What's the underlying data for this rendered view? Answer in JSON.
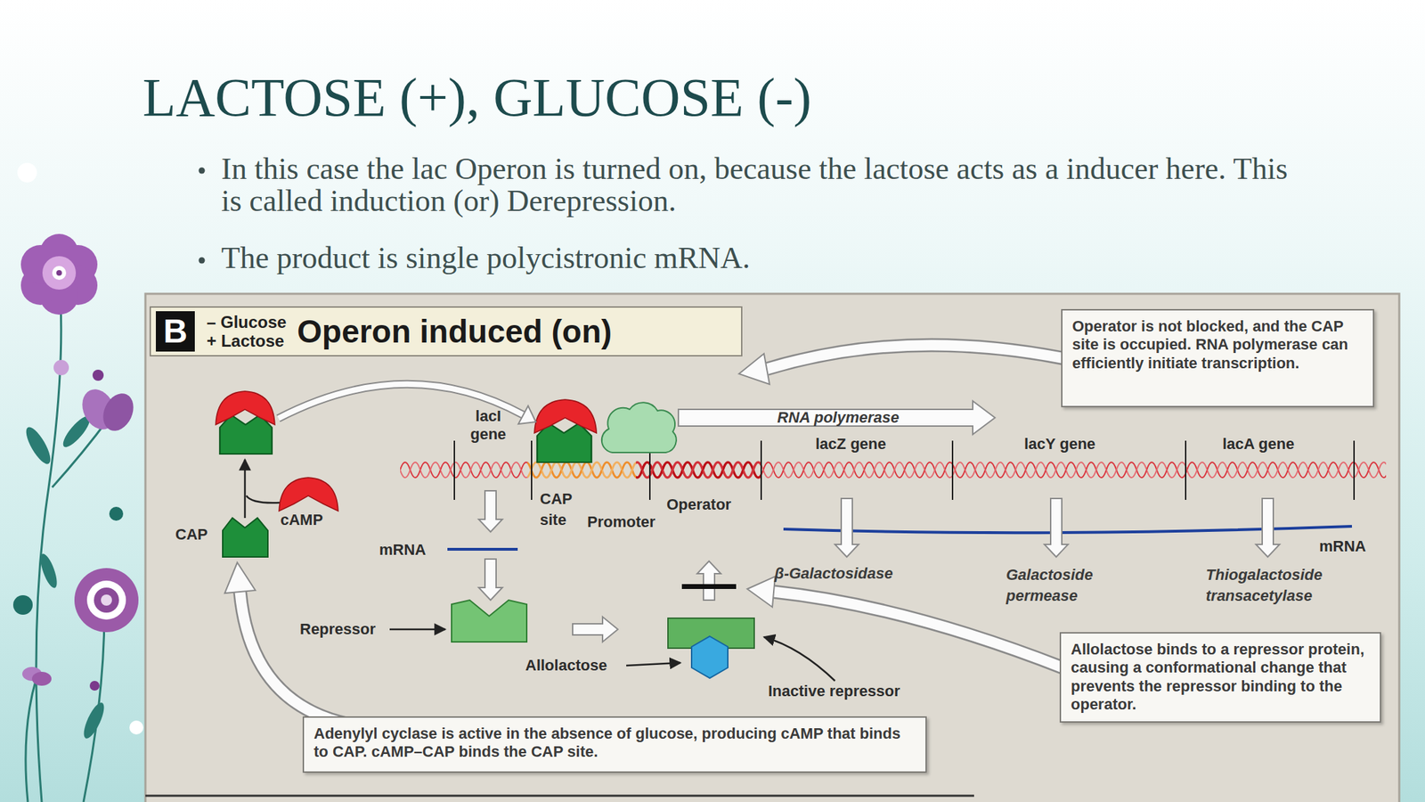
{
  "diagram": {
    "title": "LACTOSE (+), GLUCOSE (-)",
    "nodes": [
      {
        "text": [
          "– Glucose + Lactose",
          "Operon induced (on)"
        ]
      },
      {
        "text": [
          "B"
        ],
        "in": 0
      },
      {
        "text": [
          "Operator is not blocked, and the CAP site is occupied. RNA polymerase can efficiently initiate transcription."
        ]
      },
      {
        "text": [
          "Allolactose binds to a repressor protein, causing a conformational change that prevents the repressor binding to the operator."
        ]
      },
      {
        "text": [
          "Adenylyl cyclase is active in the absence of glucose, producing cAMP that binds to CAP. cAMP–CAP binds the CAP site."
        ]
      }
    ],
    "labels": [
      "In this case the lac Operon is turned on, because the lactose acts as a inducer here. This is called induction (or) Derepression.",
      "The product is single polycistronic mRNA.",
      "lacI gene",
      "CAP site",
      "Promoter",
      "Operator",
      "RNA polymerase",
      "lacZ gene",
      "lacY gene",
      "lacA gene",
      "mRNA",
      "mRNA",
      "β-Galactosidase",
      "Galactoside permease",
      "Thiogalactoside transacetylase",
      "Repressor",
      "Allolactose",
      "Inactive repressor",
      "CAP",
      "cAMP"
    ]
  }
}
